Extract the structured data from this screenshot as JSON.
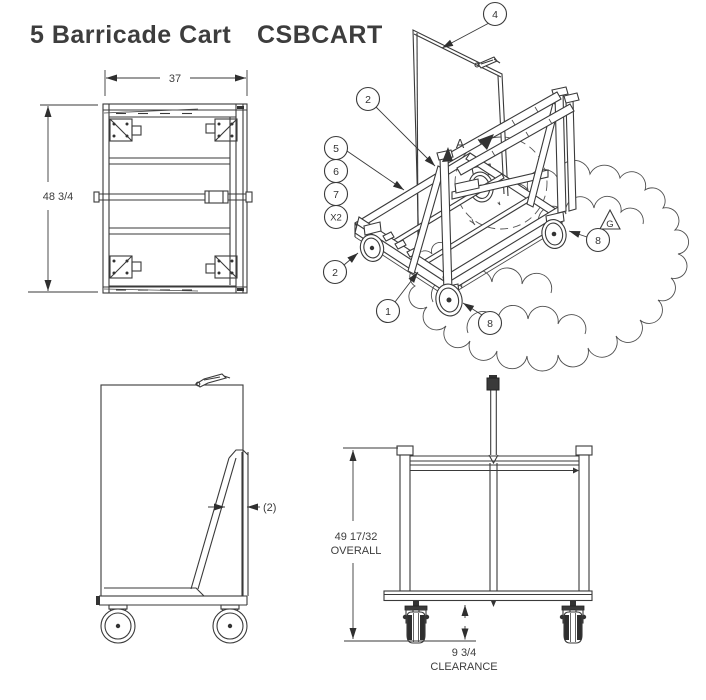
{
  "title": {
    "product_name": "5 Barricade Cart",
    "model_code": "CSBCART"
  },
  "top_view": {
    "width_dim": "37",
    "depth_dim": "48 3/4"
  },
  "iso_view": {
    "balloons": {
      "panel": "4",
      "pivot_upper": "2",
      "stack_1": "5",
      "stack_2": "6",
      "stack_3": "7",
      "stack_4": "X2",
      "caster_left": "2",
      "frame": "1",
      "caster_rear": "8",
      "caster_front": "8"
    },
    "view_arrow_label": "A",
    "revision_flag": "G"
  },
  "side_view": {
    "qty_note": "(2)"
  },
  "front_view": {
    "overall_dim": "49 17/32",
    "overall_label": "OVERALL",
    "clearance_dim": "9 3/4",
    "clearance_label": "CLEARANCE"
  },
  "colors": {
    "line": "#3a3a3a",
    "text": "#3d3d3d",
    "background": "#ffffff"
  }
}
